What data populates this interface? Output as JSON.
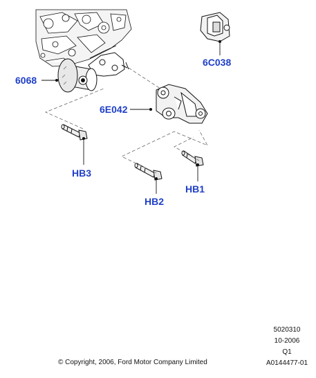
{
  "callouts": {
    "6068": "6068",
    "6C038": "6C038",
    "6E042": "6E042",
    "HB3": "HB3",
    "HB2": "HB2",
    "HB1": "HB1"
  },
  "reference": {
    "code": "5020310",
    "date": "10-2006",
    "quarter": "Q1",
    "illustration_id": "A0144477-01"
  },
  "copyright": "© Copyright, 2006, Ford Motor Company Limited",
  "colors": {
    "callout": "#1f3fc7",
    "linework": "#111111",
    "leader": "#777777"
  }
}
